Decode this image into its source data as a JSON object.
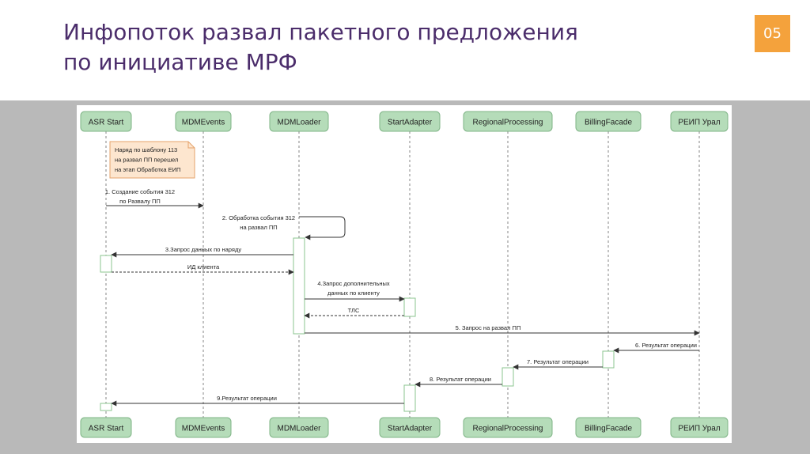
{
  "slide": {
    "title_line1": "Инфопоток развал пакетного предложения",
    "title_line2": "по инициативе МРФ",
    "page_number": "05",
    "accent_color": "#f4a23c",
    "title_color": "#4b2d6b"
  },
  "diagram": {
    "participants": [
      "ASR Start",
      "MDMEvents",
      "MDMLoader",
      "StartAdapter",
      "RegionalProcessing",
      "BillingFacade",
      "РЕИП Урал"
    ],
    "note": [
      "Наряд по шаблону 113",
      "на развал ПП перешел",
      "на этап Обработка ЕИП"
    ],
    "messages": [
      {
        "lines": [
          "1. Создание события 312",
          "по Развалу ПП"
        ],
        "from": 0,
        "to": 1,
        "kind": "sync"
      },
      {
        "lines": [
          "2. Обработка события 312",
          "на развал ПП"
        ],
        "from": 2,
        "to": 2,
        "kind": "self"
      },
      {
        "lines": [
          "3.Запрос данных по наряду"
        ],
        "from": 2,
        "to": 0,
        "kind": "sync"
      },
      {
        "lines": [
          "ИД клиента"
        ],
        "from": 0,
        "to": 2,
        "kind": "return"
      },
      {
        "lines": [
          "4.Запрос дополнительных",
          "данных по клиенту"
        ],
        "from": 2,
        "to": 3,
        "kind": "sync"
      },
      {
        "lines": [
          "ТЛС"
        ],
        "from": 3,
        "to": 2,
        "kind": "return"
      },
      {
        "lines": [
          "5. Запрос на развал ПП"
        ],
        "from": 2,
        "to": 6,
        "kind": "sync"
      },
      {
        "lines": [
          "6. Результат операции"
        ],
        "from": 6,
        "to": 5,
        "kind": "sync"
      },
      {
        "lines": [
          "7. Результат операции"
        ],
        "from": 5,
        "to": 4,
        "kind": "sync"
      },
      {
        "lines": [
          "8. Результат операции"
        ],
        "from": 4,
        "to": 3,
        "kind": "sync"
      },
      {
        "lines": [
          "9.Результат операции"
        ],
        "from": 3,
        "to": 0,
        "kind": "sync"
      }
    ],
    "colors": {
      "box_fill": "#b5dcb9",
      "box_stroke": "#7fb486",
      "activation_stroke": "#8bc48f",
      "note_fill": "#fde6cf",
      "note_stroke": "#e5a36b",
      "line": "#333333"
    }
  }
}
